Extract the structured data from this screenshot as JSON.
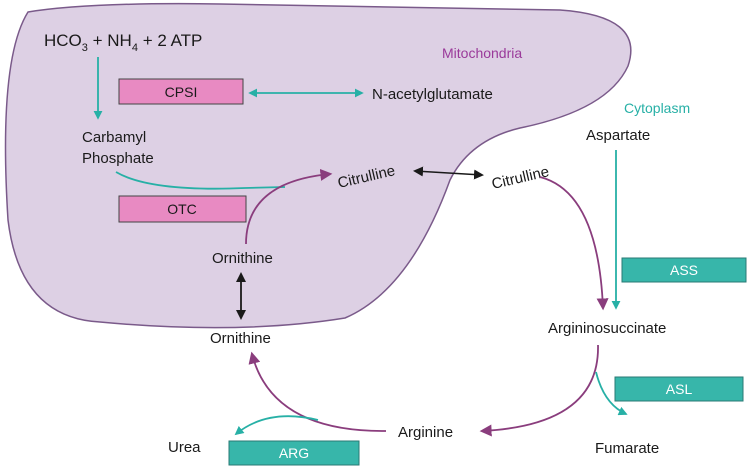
{
  "regions": {
    "mitochondria": "Mitochondria",
    "cytoplasm": "Cytoplasm"
  },
  "reactants": {
    "hco3": "HCO",
    "sub3": "3",
    "nh4": " + NH",
    "sub4": "4",
    "atp": " + 2 ATP"
  },
  "metabolites": {
    "carbamyl": "Carbamyl",
    "phosphate": "Phosphate",
    "n_acetylglutamate": "N-acetylglutamate",
    "citrulline_mito": "Citrulline",
    "citrulline_cyto": "Citrulline",
    "ornithine_mito": "Ornithine",
    "ornithine_cyto": "Ornithine",
    "aspartate": "Aspartate",
    "argininosuccinate": "Argininosuccinate",
    "fumarate": "Fumarate",
    "arginine": "Arginine",
    "urea": "Urea"
  },
  "enzymes": {
    "cpsi": "CPSI",
    "otc": "OTC",
    "ass": "ASS",
    "asl": "ASL",
    "arg": "ARG"
  },
  "colors": {
    "mito_fill": "#ddd0e4",
    "mito_stroke": "#7a5a8a",
    "mito_text": "#9a3a9a",
    "cyto_text": "#27b0a6",
    "teal": "#27b0a6",
    "purple": "#8a3d7d",
    "pink_box": "#e88ac2",
    "teal_box": "#37b6aa",
    "black": "#1a1a1a"
  }
}
